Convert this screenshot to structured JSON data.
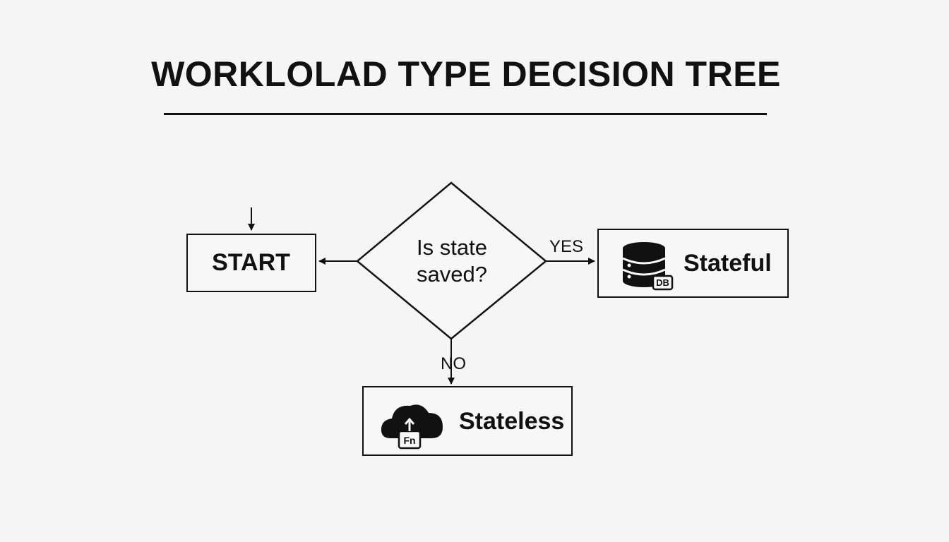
{
  "title": "WORKLOLAD TYPE DECISION TREE",
  "nodes": {
    "start": {
      "label": "START"
    },
    "decision": {
      "line1": "Is state",
      "line2": "saved?"
    },
    "stateful": {
      "label": "Stateful",
      "icon": "database-icon",
      "badge": "DB"
    },
    "stateless": {
      "label": "Stateless",
      "icon": "cloud-function-icon",
      "badge": "Fn"
    }
  },
  "edges": {
    "yes": "YES",
    "no": "NO"
  },
  "colors": {
    "stroke": "#111111",
    "background": "#f5f5f5"
  }
}
